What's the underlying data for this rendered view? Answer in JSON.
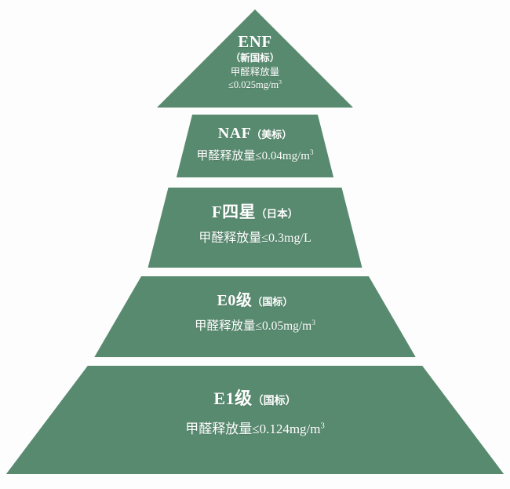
{
  "diagram": {
    "type": "pyramid",
    "subject": "甲醛释放量等级金字塔",
    "colors": {
      "tier_green": "#588a6f",
      "background": "#fdfdfd",
      "text": "#ffffff"
    },
    "tiers": [
      {
        "id": "enf",
        "rank": 1,
        "title": "ENF",
        "region": "（新国标）",
        "measure_label": "甲醛释放量",
        "value": "≤0.025mg/m",
        "value_exponent": "3",
        "value_full": "甲醛释放量≤0.025mg/m³"
      },
      {
        "id": "naf",
        "rank": 2,
        "title": "NAF",
        "region": "（美标）",
        "measure_label": "甲醛释放量",
        "value": "甲醛释放量≤0.04mg/m",
        "value_exponent": "3",
        "value_full": "甲醛释放量≤0.04mg/m³"
      },
      {
        "id": "f4",
        "rank": 3,
        "title": "F四星",
        "region": "（日本）",
        "measure_label": "甲醛释放量",
        "value": "甲醛释放量≤0.3mg/L",
        "value_exponent": "",
        "value_full": "甲醛释放量≤0.3mg/L"
      },
      {
        "id": "e0",
        "rank": 4,
        "title": "E0级",
        "region": "（国标）",
        "measure_label": "甲醛释放量",
        "value": "甲醛释放量≤0.05mg/m",
        "value_exponent": "3",
        "value_full": "甲醛释放量≤0.05mg/m³"
      },
      {
        "id": "e1",
        "rank": 5,
        "title": "E1级",
        "region": "（国标）",
        "measure_label": "甲醛释放量",
        "value": "甲醛释放量≤0.124mg/m",
        "value_exponent": "3",
        "value_full": "甲醛释放量≤0.124mg/m³"
      }
    ]
  }
}
